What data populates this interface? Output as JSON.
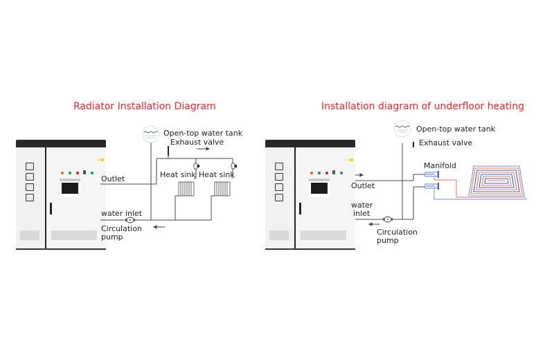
{
  "diagrams": [
    {
      "title": "Radiator Installation Diagram",
      "labels": {
        "tank": "Open-top water tank",
        "valve": "Exhaust valve",
        "outlet": "Outlet",
        "heat_sink_1": "Heat sink",
        "heat_sink_2": "Heat sink",
        "water_inlet": "water inlet",
        "pump_line1": "Circulation",
        "pump_line2": "pump"
      }
    },
    {
      "title": "Installation diagram of underfloor heating",
      "labels": {
        "tank": "Open-top water tank",
        "valve": "Exhaust valve",
        "manifold": "Manifold",
        "outlet": "Outlet",
        "water_inlet_line1": "water",
        "water_inlet_line2": "inlet",
        "pump_line1": "Circulation",
        "pump_line2": "pump"
      }
    }
  ],
  "colors": {
    "title": "#f5232b",
    "pipe": "#444444",
    "hot_pipe": "#e07a5f",
    "cold_pipe": "#3a5fcd",
    "cabinet_top": "#2a2826",
    "lamps": [
      "#e0661e",
      "#1a9a3a",
      "#c8202a",
      "#555555",
      "#1a9a3a"
    ]
  }
}
